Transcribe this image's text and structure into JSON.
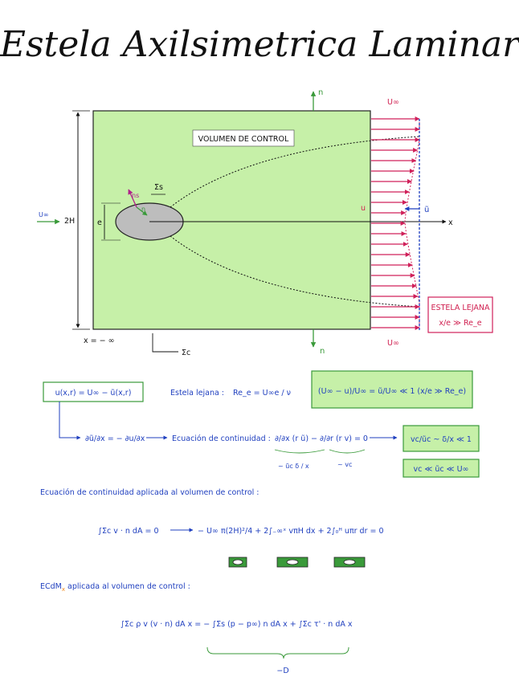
{
  "title": "Estela Axilsimetrica Laminar",
  "diagram": {
    "control_volume_label": "VOLUMEN DE CONTROL",
    "normal_top": "n",
    "normal_bottom": "n",
    "u_inf_top": "U∞",
    "u_inf_bottom": "U∞",
    "u_inf_left": "U∞",
    "height_label": "2H",
    "e_label": "e",
    "sigma_s": "Σs",
    "sigma_c": "Σc",
    "ns_label": "ns",
    "n_small": "n",
    "x_axis": "x",
    "x_inf": "x = − ∞",
    "u_label": "u",
    "u_tilde": "ũ",
    "far_wake_box_title": "ESTELA LEJANA",
    "far_wake_box_cond": "x/e ≫ Re_e"
  },
  "equations": {
    "u_def": "u(x,r) = U∞ − ũ(x,r)",
    "estela_label": "Estela lejana :",
    "re_def": "Re_e = U∞e / ν",
    "box_main": "(U∞ − u)/U∞ = ũ/U∞ ≪ 1   (x/e ≫ Re_e)",
    "deriv": "∂ũ/∂x = − ∂u/∂x",
    "continuity_label": "Ecuación de continuidad :",
    "continuity_eq": "∂/∂x (r ũ) − ∂/∂r (r v) = 0",
    "scale1": "~ ũc δ / x",
    "scale2": "~ vc",
    "box_ratio": "vc/ũc ~ δ/x ≪ 1",
    "box_order": "vc ≪ ũc ≪ U∞",
    "cv_heading": "Ecuación de continuidad aplicada al volumen de control :",
    "cv_eq_left": "∫Σc v · n dA = 0",
    "cv_eq_right": "− U∞ π(2H)²/4  +  2∫₋∞ˣ vπH dx  +  2∫₀ᴴ uπr dr  = 0",
    "momentum_heading": "ECdM",
    "momentum_sub": "x",
    "momentum_heading_rest": " aplicada al volumen de control :",
    "momentum_eq": "∫Σc ρ v (v · n) dA x  =  − ∫Σs (p − p∞) n dA x  +  ∫Σc τ' · n dA x",
    "drag": "−D"
  },
  "colors": {
    "cv_fill": "#c6f0a8",
    "arrow_red": "#d0205a",
    "ink_blue": "#1f3fbf",
    "green_arrow": "#3a9a3a",
    "box_fill": "#c6f0a8"
  }
}
